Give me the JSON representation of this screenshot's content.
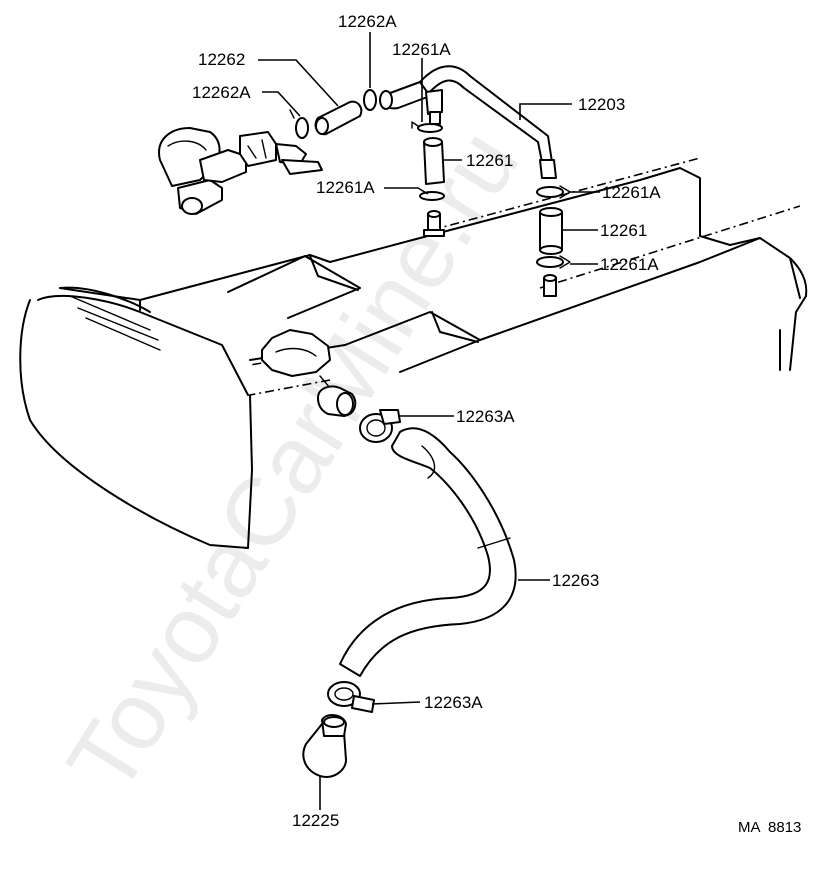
{
  "labels": {
    "p12262A_top": "12262A",
    "p12262": "12262",
    "p12261A_top": "12261A",
    "p12262A_left": "12262A",
    "p12203": "12203",
    "p12261_mid": "12261",
    "p12261A_mid": "12261A",
    "p12261A_right1": "12261A",
    "p12261_right": "12261",
    "p12261A_right2": "12261A",
    "p12263A_upper": "12263A",
    "p12263": "12263",
    "p12263A_lower": "12263A",
    "p12225": "12225"
  },
  "diagram_code": "MA  8813",
  "watermark": "ToyotaCarMine.ru"
}
